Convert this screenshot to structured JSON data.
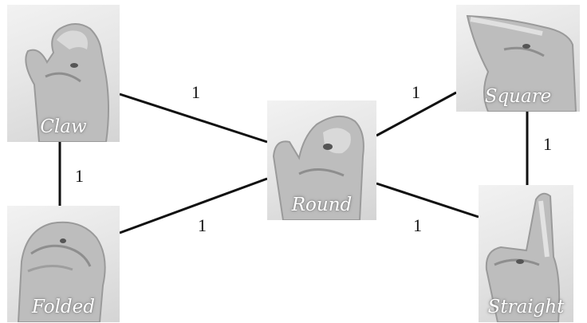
{
  "nodes": [
    {
      "id": "claw",
      "label": "Claw"
    },
    {
      "id": "folded",
      "label": "Folded"
    },
    {
      "id": "round",
      "label": "Round"
    },
    {
      "id": "square",
      "label": "Square"
    },
    {
      "id": "straight",
      "label": "Straight"
    }
  ],
  "edges": [
    {
      "from": "claw",
      "to": "round",
      "weight": "1"
    },
    {
      "from": "claw",
      "to": "folded",
      "weight": "1"
    },
    {
      "from": "folded",
      "to": "round",
      "weight": "1"
    },
    {
      "from": "round",
      "to": "square",
      "weight": "1"
    },
    {
      "from": "round",
      "to": "straight",
      "weight": "1"
    },
    {
      "from": "square",
      "to": "straight",
      "weight": "1"
    }
  ]
}
